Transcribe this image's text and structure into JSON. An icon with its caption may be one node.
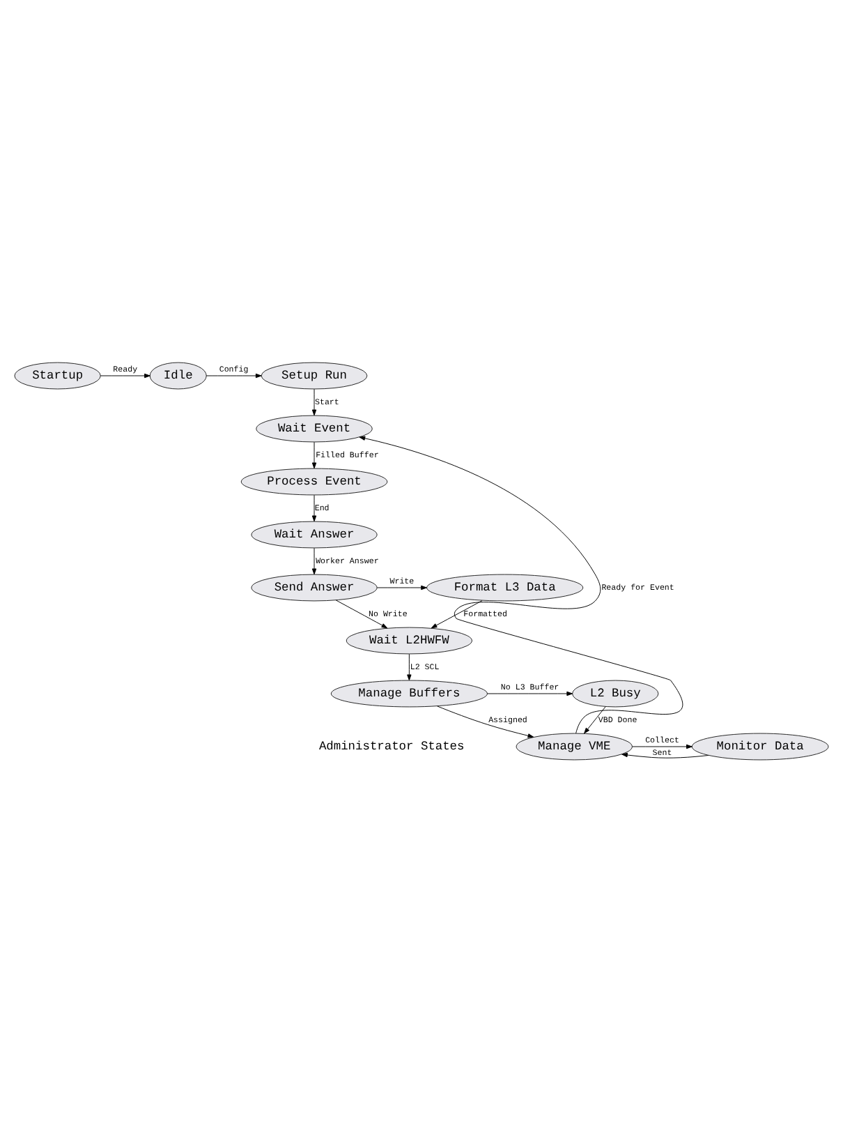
{
  "diagram": {
    "nodes": [
      {
        "text": [
          "Setup Run"
        ]
      },
      {
        "text": [
          "Idle"
        ]
      },
      {
        "text": [
          "Startup"
        ]
      },
      {
        "text": [
          "Wait Event"
        ]
      },
      {
        "text": [
          "Process Event"
        ]
      },
      {
        "text": [
          "Wait Answer"
        ]
      },
      {
        "text": [
          "Send Answer"
        ]
      },
      {
        "text": [
          "Format L3 Data"
        ]
      },
      {
        "text": [
          "Wait L2HWFW"
        ]
      },
      {
        "text": [
          "Manage Buffers"
        ]
      },
      {
        "text": [
          "L2 Busy"
        ]
      },
      {
        "text": [
          "Manage VME"
        ]
      },
      {
        "text": [
          "Monitor Data"
        ]
      }
    ],
    "edges": [
      {
        "from": 2,
        "to": 1,
        "arrow": "to",
        "label": "Ready"
      },
      {
        "from": 1,
        "to": 0,
        "arrow": "to",
        "label": "Config"
      },
      {
        "from": 0,
        "to": 3,
        "arrow": "to",
        "label": "Start"
      },
      {
        "from": 3,
        "to": 4,
        "arrow": "to",
        "label": "Filled Buffer"
      },
      {
        "from": 4,
        "to": 5,
        "arrow": "to",
        "label": "End"
      },
      {
        "from": 5,
        "to": 6,
        "arrow": "to",
        "label": "Worker Answer"
      },
      {
        "from": 6,
        "to": 7,
        "arrow": "to",
        "label": "Write"
      },
      {
        "from": 6,
        "to": 8,
        "arrow": "to",
        "label": "No Write"
      },
      {
        "from": 7,
        "to": 8,
        "arrow": "to",
        "label": "Formatted"
      },
      {
        "from": 8,
        "to": 9,
        "arrow": "to",
        "label": "L2 SCL"
      },
      {
        "from": 9,
        "to": 10,
        "arrow": "to",
        "label": "No L3 Buffer"
      },
      {
        "from": 9,
        "to": 11,
        "arrow": "to",
        "label": "Assigned"
      },
      {
        "from": 10,
        "to": 11,
        "arrow": "to",
        "label": "VBD Done"
      },
      {
        "from": 11,
        "to": 12,
        "arrow": "to",
        "label": "Collect"
      },
      {
        "from": 12,
        "to": 11,
        "arrow": "to",
        "label": "Sent"
      },
      {
        "from": 11,
        "to": 3,
        "arrow": "to",
        "label": "Ready for Event"
      }
    ],
    "labels": [
      "Administrator States"
    ]
  }
}
